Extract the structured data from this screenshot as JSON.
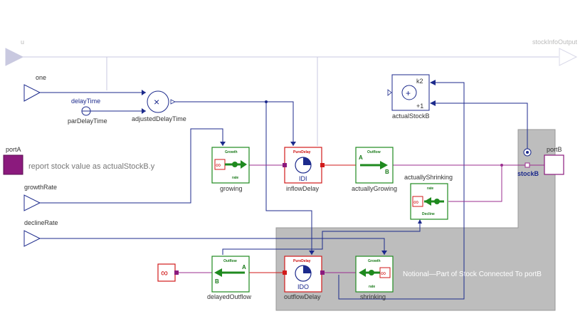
{
  "colors": {
    "signal": "#1c2a8c",
    "stock_link": "#9b2d8f",
    "green": "#1f8a1f",
    "red": "#d11a1a",
    "gray_panel": "#bdbdbd",
    "faded": "#c9c9e0"
  },
  "inputs": {
    "u": "u",
    "one": "one",
    "growthRate": "growthRate",
    "declineRate": "declineRate"
  },
  "outputs": {
    "stockInfoOutput": "stockInfoOutput",
    "portB": "portB",
    "portA": "portA"
  },
  "blocks": {
    "delayTime": "delayTime",
    "parDelayTime": "parDelayTime",
    "adjustedDelayTime": "adjustedDelayTime",
    "actualStockB": "actualStockB",
    "k2": "k2",
    "plus_one": "+1",
    "growing": "growing",
    "growing_title": "Growth",
    "growing_rate": "rate",
    "inflowDelay": "inflowDelay",
    "inflow_title": "PureDelay",
    "inflow_code": "IDI",
    "actuallyGrowing": "actuallyGrowing",
    "actuallyGrowing_title": "Outflow",
    "port_a": "A",
    "port_b": "B",
    "stockB": "stockB",
    "actuallyShrinking": "actuallyShrinking",
    "actuallyShrinking_title": "Decline",
    "delayedOutflow": "delayedOutflow",
    "delayedOutflow_title": "Outflow",
    "outflowDelay": "outflowDelay",
    "outflow_title": "PureDelay",
    "outflow_code": "IDO",
    "shrinking": "shrinking",
    "shrinking_title": "Growth"
  },
  "notes": {
    "report": "report stock value as actualStockB.y",
    "notional": "Notional—Part of Stock Connected To portB"
  }
}
